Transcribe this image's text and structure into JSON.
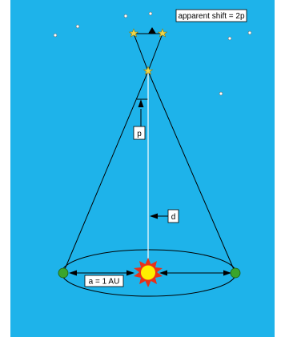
{
  "diagram": {
    "labels": {
      "apparent_shift": "apparent shift = 2p",
      "p": "p",
      "d": "d",
      "au": "a = 1 AU"
    },
    "colors": {
      "background": "#1eb3ea",
      "line": "#000000",
      "sight_line": "#ffffff",
      "earth": "#3aa52b",
      "sun": "#ffee00",
      "sun_outline": "#e8311a",
      "star": "#f0d64a",
      "label_box": "#ffffff"
    },
    "icons": {
      "star": "star-icon",
      "earth": "earth-icon",
      "sun": "sun-icon",
      "shift_marker": "triangle-icon"
    }
  }
}
